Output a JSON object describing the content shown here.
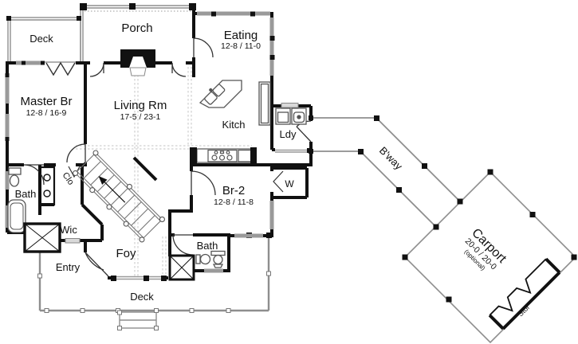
{
  "rooms": {
    "deck_top": {
      "label": "Deck"
    },
    "porch": {
      "label": "Porch"
    },
    "eating": {
      "label": "Eating",
      "dims": "12-8 / 11-0"
    },
    "master": {
      "label": "Master Br",
      "dims": "12-8 / 16-9"
    },
    "living": {
      "label": "Living Rm",
      "dims": "17-5 / 23-1"
    },
    "kitchen": {
      "label": "Kitch"
    },
    "laundry": {
      "label": "Ldy"
    },
    "bath1": {
      "label": "Bath"
    },
    "closet": {
      "label": "Clo"
    },
    "wic": {
      "label": "Wic"
    },
    "foyer": {
      "label": "Foy"
    },
    "entry": {
      "label": "Entry"
    },
    "br2": {
      "label": "Br-2",
      "dims": "12-8 / 11-8"
    },
    "wcloset": {
      "label": "W"
    },
    "bath2": {
      "label": "Bath"
    },
    "deck_bottom": {
      "label": "Deck"
    },
    "breezeway": {
      "label": "B'way"
    },
    "carport": {
      "label": "Carport",
      "dims": "20-0 / 20-0",
      "note": "(optional)"
    },
    "storage": {
      "label": "Stor"
    }
  },
  "colors": {
    "wall": "#111111",
    "window": "#9a9a9a",
    "rail": "#8e8e8e",
    "dash": "#c4c4c4"
  }
}
